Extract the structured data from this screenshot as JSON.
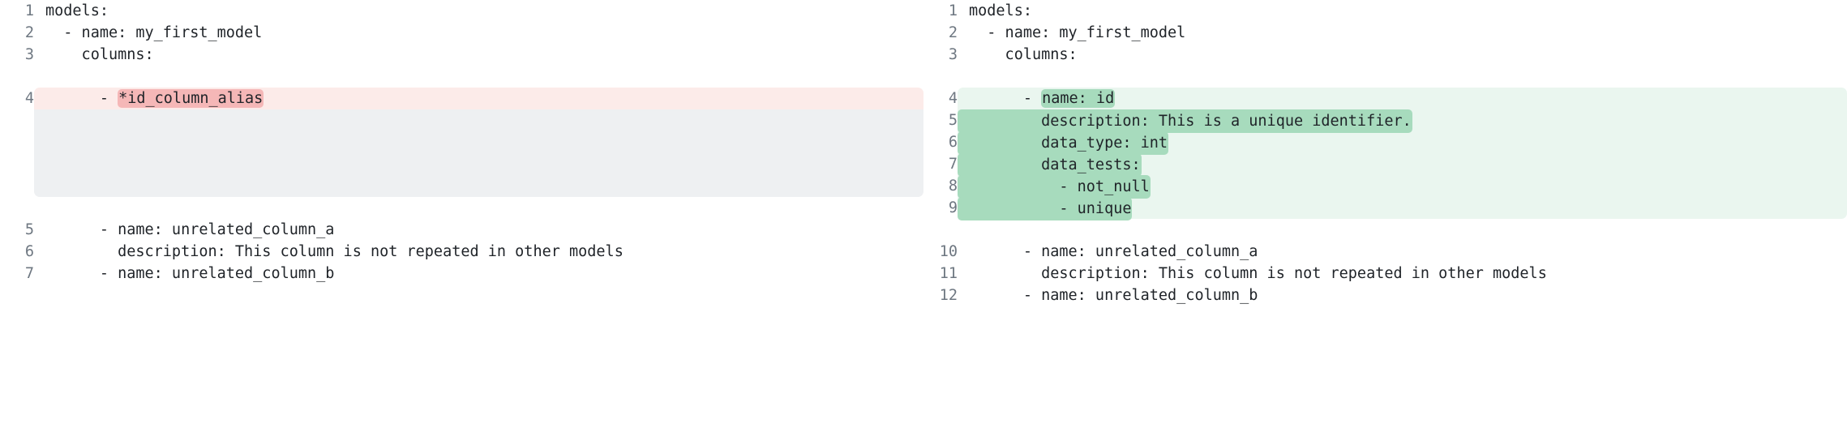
{
  "view": {
    "type": "side-by-side-diff",
    "colors": {
      "deletion_line_bg": "#fcebe9",
      "deletion_word_bg": "#f5b7b7",
      "addition_line_bg": "#eaf6ef",
      "addition_word_bg": "#a7dbbd",
      "placeholder_bg": "#eef0f2",
      "gutter_text": "#6e7781",
      "code_text": "#1f2328",
      "page_bg": "#ffffff"
    }
  },
  "left_pane": {
    "name": "before",
    "lines": [
      {
        "num": "1",
        "text": "models:",
        "kind": "context"
      },
      {
        "num": "2",
        "text": "  - name: my_first_model",
        "kind": "context"
      },
      {
        "num": "3",
        "text": "    columns:",
        "kind": "context"
      },
      {
        "num": "",
        "text": "",
        "kind": "blank"
      },
      {
        "num": "4",
        "pre": "      - ",
        "chip": "*id_column_alias",
        "post": "",
        "kind": "deletion"
      },
      {
        "num": "",
        "text": "",
        "kind": "filler"
      },
      {
        "num": "",
        "text": "",
        "kind": "filler"
      },
      {
        "num": "",
        "text": "",
        "kind": "filler"
      },
      {
        "num": "",
        "text": "",
        "kind": "filler"
      },
      {
        "num": "",
        "text": "",
        "kind": "blank"
      },
      {
        "num": "5",
        "text": "      - name: unrelated_column_a",
        "kind": "context"
      },
      {
        "num": "6",
        "text": "        description: This column is not repeated in other models",
        "kind": "context"
      },
      {
        "num": "7",
        "text": "      - name: unrelated_column_b",
        "kind": "context"
      }
    ]
  },
  "right_pane": {
    "name": "after",
    "lines": [
      {
        "num": "1",
        "text": "models:",
        "kind": "context"
      },
      {
        "num": "2",
        "text": "  - name: my_first_model",
        "kind": "context"
      },
      {
        "num": "3",
        "text": "    columns:",
        "kind": "context"
      },
      {
        "num": "",
        "text": "",
        "kind": "blank"
      },
      {
        "num": "4",
        "pre": "      - ",
        "chip": "name: id",
        "post": "",
        "kind": "addition"
      },
      {
        "num": "5",
        "full": "        description: This is a unique identifier.",
        "kind": "addition-full"
      },
      {
        "num": "6",
        "full": "        data_type: int",
        "kind": "addition-full"
      },
      {
        "num": "7",
        "full": "        data_tests:",
        "kind": "addition-full"
      },
      {
        "num": "8",
        "full": "          - not_null",
        "kind": "addition-full"
      },
      {
        "num": "9",
        "full": "          - unique",
        "kind": "addition-full"
      },
      {
        "num": "",
        "text": "",
        "kind": "blank"
      },
      {
        "num": "10",
        "text": "      - name: unrelated_column_a",
        "kind": "context"
      },
      {
        "num": "11",
        "text": "        description: This column is not repeated in other models",
        "kind": "context"
      },
      {
        "num": "12",
        "text": "      - name: unrelated_column_b",
        "kind": "context"
      }
    ]
  }
}
